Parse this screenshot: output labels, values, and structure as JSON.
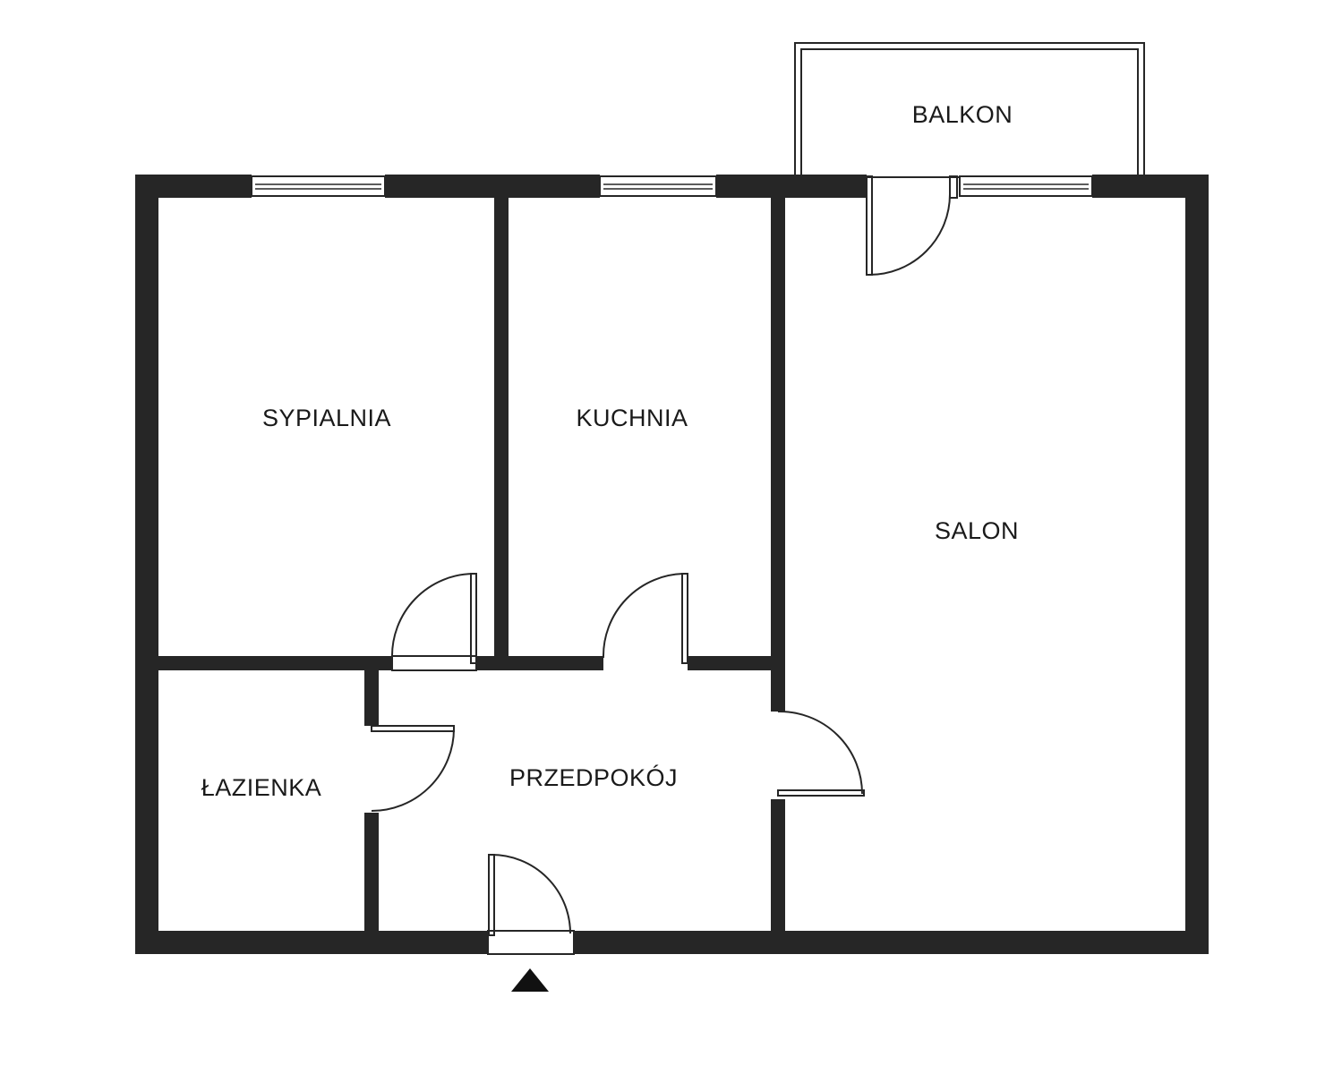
{
  "rooms": {
    "balcony": "BALKON",
    "bedroom": "SYPIALNIA",
    "kitchen": "KUCHNIA",
    "living_room": "SALON",
    "bathroom": "ŁAZIENKA",
    "hallway": "PRZEDPOKÓJ"
  },
  "colors": {
    "wall": "#262626",
    "background": "#ffffff"
  },
  "icons": {
    "entrance": "entrance-arrow-icon"
  }
}
